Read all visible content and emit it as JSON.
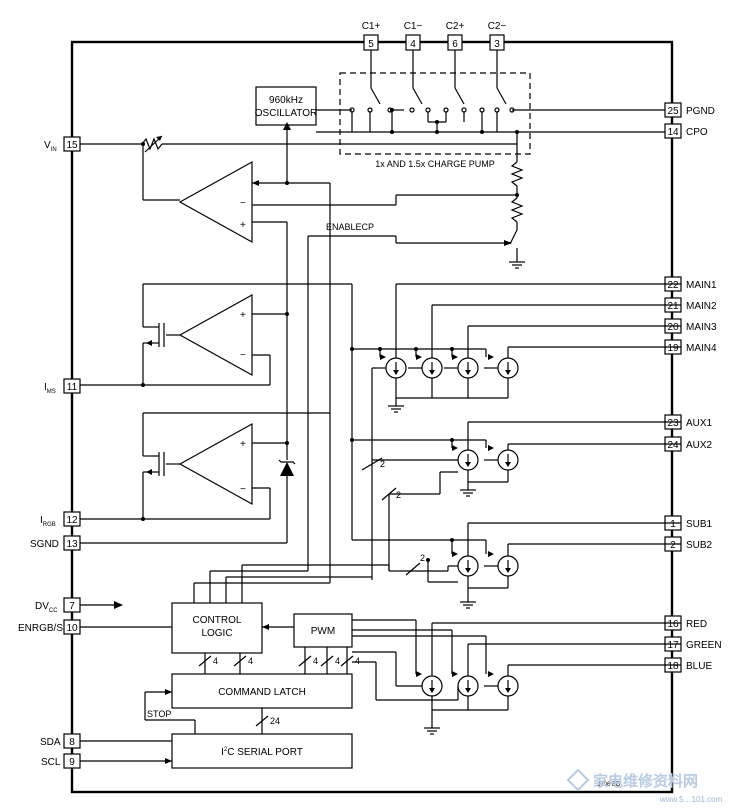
{
  "pins": {
    "c1p": {
      "num": "5",
      "label": "C1+"
    },
    "c1m": {
      "num": "4",
      "label": "C1−"
    },
    "c2p": {
      "num": "6",
      "label": "C2+"
    },
    "c2m": {
      "num": "3",
      "label": "C2−"
    },
    "pgnd": {
      "num": "25",
      "label": "PGND"
    },
    "cpo": {
      "num": "14",
      "label": "CPO"
    },
    "main1": {
      "num": "22",
      "label": "MAIN1"
    },
    "main2": {
      "num": "21",
      "label": "MAIN2"
    },
    "main3": {
      "num": "20",
      "label": "MAIN3"
    },
    "main4": {
      "num": "19",
      "label": "MAIN4"
    },
    "aux1": {
      "num": "23",
      "label": "AUX1"
    },
    "aux2": {
      "num": "24",
      "label": "AUX2"
    },
    "sub1": {
      "num": "1",
      "label": "SUB1"
    },
    "sub2": {
      "num": "2",
      "label": "SUB2"
    },
    "red": {
      "num": "16",
      "label": "RED"
    },
    "green": {
      "num": "17",
      "label": "GREEN"
    },
    "blue": {
      "num": "18",
      "label": "BLUE"
    },
    "vin": {
      "num": "15",
      "label": "V",
      "sub": "IN"
    },
    "ims": {
      "num": "11",
      "label": "I",
      "sub": "MS"
    },
    "irgb": {
      "num": "12",
      "label": "I",
      "sub": "RGB"
    },
    "sgnd": {
      "num": "13",
      "label": "SGND"
    },
    "dvcc": {
      "num": "7",
      "label": "DV",
      "sub": "CC"
    },
    "enrgbs": {
      "num": "10",
      "label": "ENRGB/S"
    },
    "sda": {
      "num": "8",
      "label": "SDA"
    },
    "scl": {
      "num": "9",
      "label": "SCL"
    }
  },
  "blocks": {
    "oscillator_line1": "960kHz",
    "oscillator_line2": "OSCILLATOR",
    "charge_pump": "1x AND 1.5x CHARGE PUMP",
    "enablecp": "ENABLECP",
    "control_logic_line1": "CONTROL",
    "control_logic_line2": "LOGIC",
    "pwm": "PWM",
    "command_latch": "COMMAND LATCH",
    "serial_port_prefix": "I",
    "serial_port_sup": "2",
    "serial_port_suffix": "C SERIAL PORT",
    "stop": "STOP"
  },
  "bus_widths": {
    "aux_bus": "2",
    "aux_bus2": "2",
    "sub_bus": "2",
    "cl_a": "4",
    "cl_b": "4",
    "pwm_a": "4",
    "pwm_b": "4",
    "pwm_c": "4",
    "latch": "24"
  },
  "opamp_signs": {
    "minus": "−",
    "plus": "+"
  },
  "figure_code": "3206 BD",
  "watermark": {
    "text": "家电维修资料网",
    "url": "www.5…101.com"
  }
}
